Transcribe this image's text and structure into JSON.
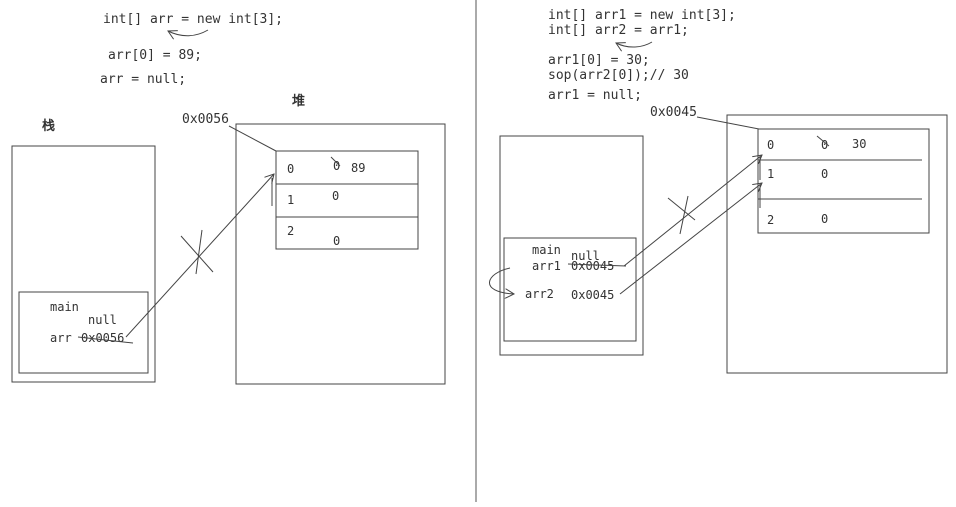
{
  "left": {
    "code": {
      "line1": "int[] arr = new int[3];",
      "line2": "arr[0] = 89;",
      "line3": "arr = null;"
    },
    "stack_label": "栈",
    "heap_label": "堆",
    "heap_address": "0x0056",
    "main_label": "main",
    "var_name": "arr",
    "var_old_value": "0x0056",
    "var_new_value": "null",
    "cells": [
      {
        "index": "0",
        "old": "0",
        "value": "89"
      },
      {
        "index": "1",
        "value": "0"
      },
      {
        "index": "2",
        "value": "0"
      }
    ]
  },
  "right": {
    "code": {
      "line1": "int[] arr1 = new int[3];",
      "line2": "int[] arr2 = arr1;",
      "line3": "arr1[0] = 30;",
      "line4": "sop(arr2[0]);// 30",
      "line5": "arr1 = null;"
    },
    "heap_address": "0x0045",
    "main_label": "main",
    "var1_name": "arr1",
    "var1_old_value": "0x0045",
    "var1_new_value": "null",
    "var2_name": "arr2",
    "var2_value": "0x0045",
    "cells": [
      {
        "index": "0",
        "old": "0",
        "value": "30"
      },
      {
        "index": "1",
        "value": "0"
      },
      {
        "index": "2",
        "value": "0"
      }
    ]
  },
  "colors": {
    "ink": "#333333",
    "line": "#444444",
    "background": "#ffffff"
  }
}
